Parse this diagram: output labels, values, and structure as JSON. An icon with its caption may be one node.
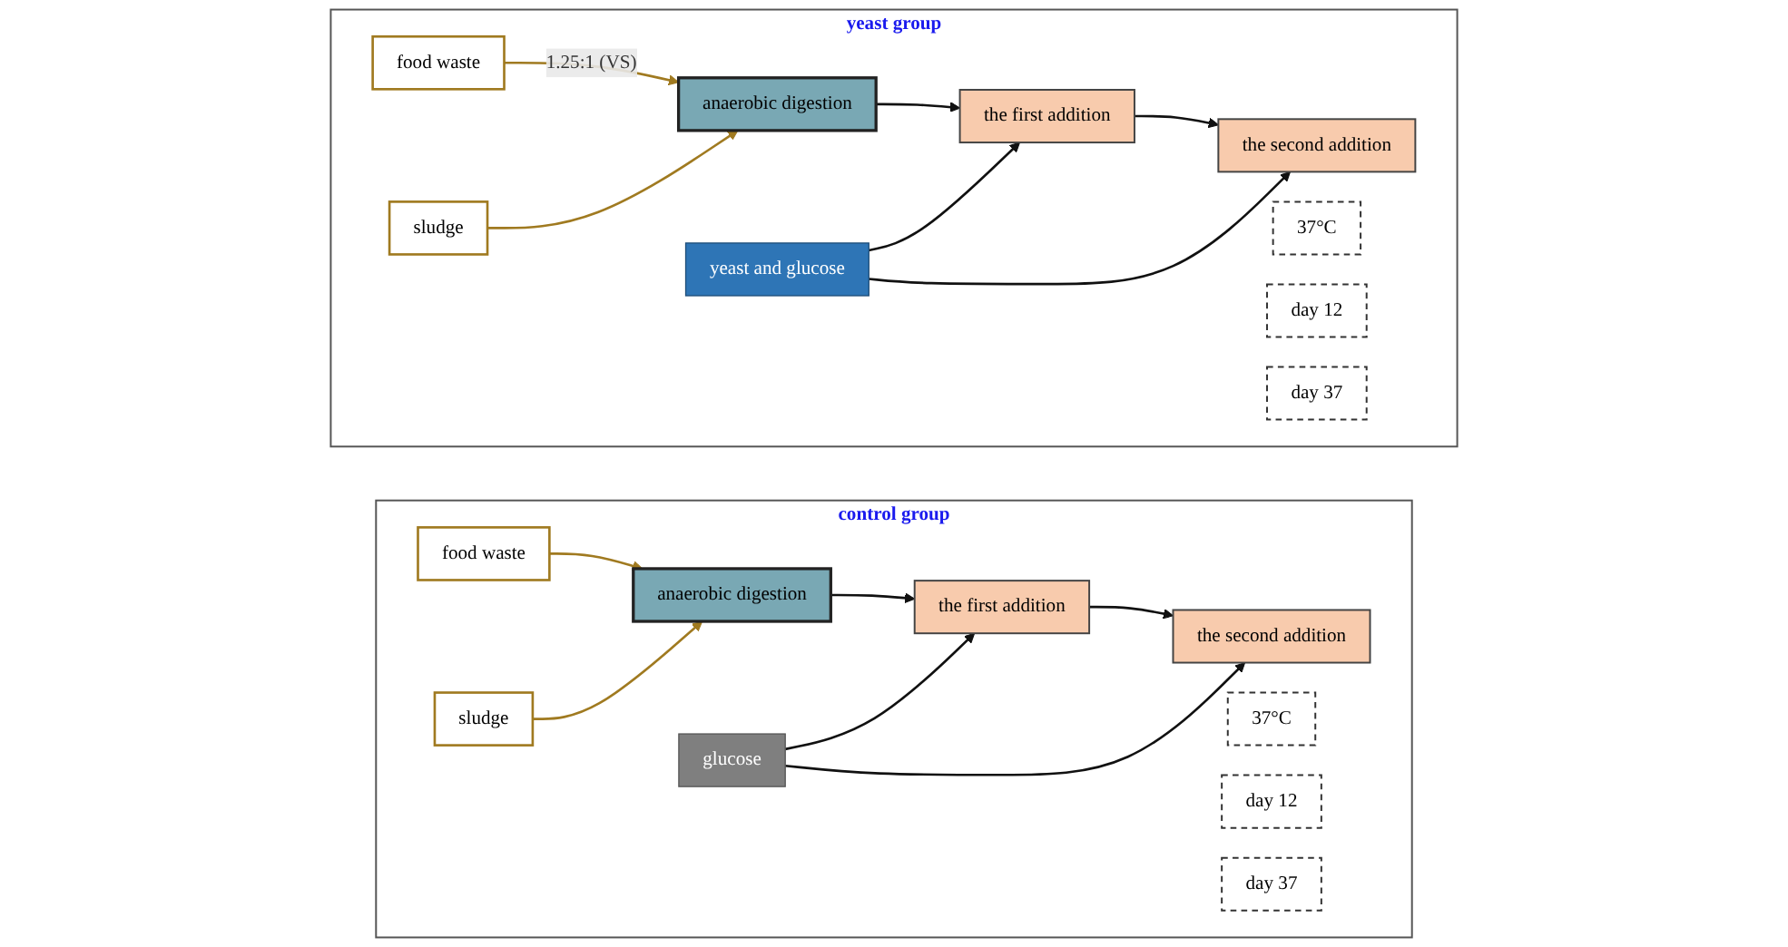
{
  "diagram": {
    "nodes": [
      {
        "text": [
          "yeast group"
        ]
      },
      {
        "text": [
          "yeast and glucose"
        ],
        "in": 0
      },
      {
        "text": [
          "food waste"
        ],
        "in": 0
      },
      {
        "text": [
          "sludge"
        ],
        "in": 0
      },
      {
        "text": [
          "anaerobic digestion"
        ],
        "in": 0
      },
      {
        "text": [
          "37°C"
        ],
        "in": 0
      },
      {
        "text": [
          "the first addition"
        ],
        "in": 0
      },
      {
        "text": [
          "day 12"
        ],
        "in": 0
      },
      {
        "text": [
          "the second addition"
        ],
        "in": 0
      },
      {
        "text": [
          "day 37"
        ],
        "in": 0
      },
      {
        "text": [
          "control group"
        ]
      },
      {
        "text": [
          "glucose"
        ],
        "in": 10
      },
      {
        "text": [
          "food waste"
        ],
        "in": 10
      },
      {
        "text": [
          "sludge"
        ],
        "in": 10
      },
      {
        "text": [
          "anaerobic digestion"
        ],
        "in": 10
      },
      {
        "text": [
          "37°C"
        ],
        "in": 10
      },
      {
        "text": [
          "the first addition"
        ],
        "in": 10
      },
      {
        "text": [
          "day 12"
        ],
        "in": 10
      },
      {
        "text": [
          "the second addition"
        ],
        "in": 10
      },
      {
        "text": [
          "day 37"
        ],
        "in": 10
      }
    ],
    "edges": [
      {
        "from": 2,
        "to": 4,
        "arrow": "to",
        "label": "1.25:1 (VS)",
        "color": "#a07a20"
      },
      {
        "from": 3,
        "to": 4,
        "arrow": "to",
        "color": "#a07a20"
      },
      {
        "from": 4,
        "to": 6,
        "arrow": "to"
      },
      {
        "from": 6,
        "to": 8,
        "arrow": "to"
      },
      {
        "from": 1,
        "to": 6,
        "arrow": "to"
      },
      {
        "from": 1,
        "to": 8,
        "arrow": "to"
      },
      {
        "from": 12,
        "to": 14,
        "arrow": "to",
        "color": "#a07a20"
      },
      {
        "from": 13,
        "to": 14,
        "arrow": "to",
        "color": "#a07a20"
      },
      {
        "from": 14,
        "to": 16,
        "arrow": "to"
      },
      {
        "from": 16,
        "to": 18,
        "arrow": "to"
      },
      {
        "from": 11,
        "to": 16,
        "arrow": "to"
      },
      {
        "from": 11,
        "to": 18,
        "arrow": "to"
      }
    ]
  }
}
